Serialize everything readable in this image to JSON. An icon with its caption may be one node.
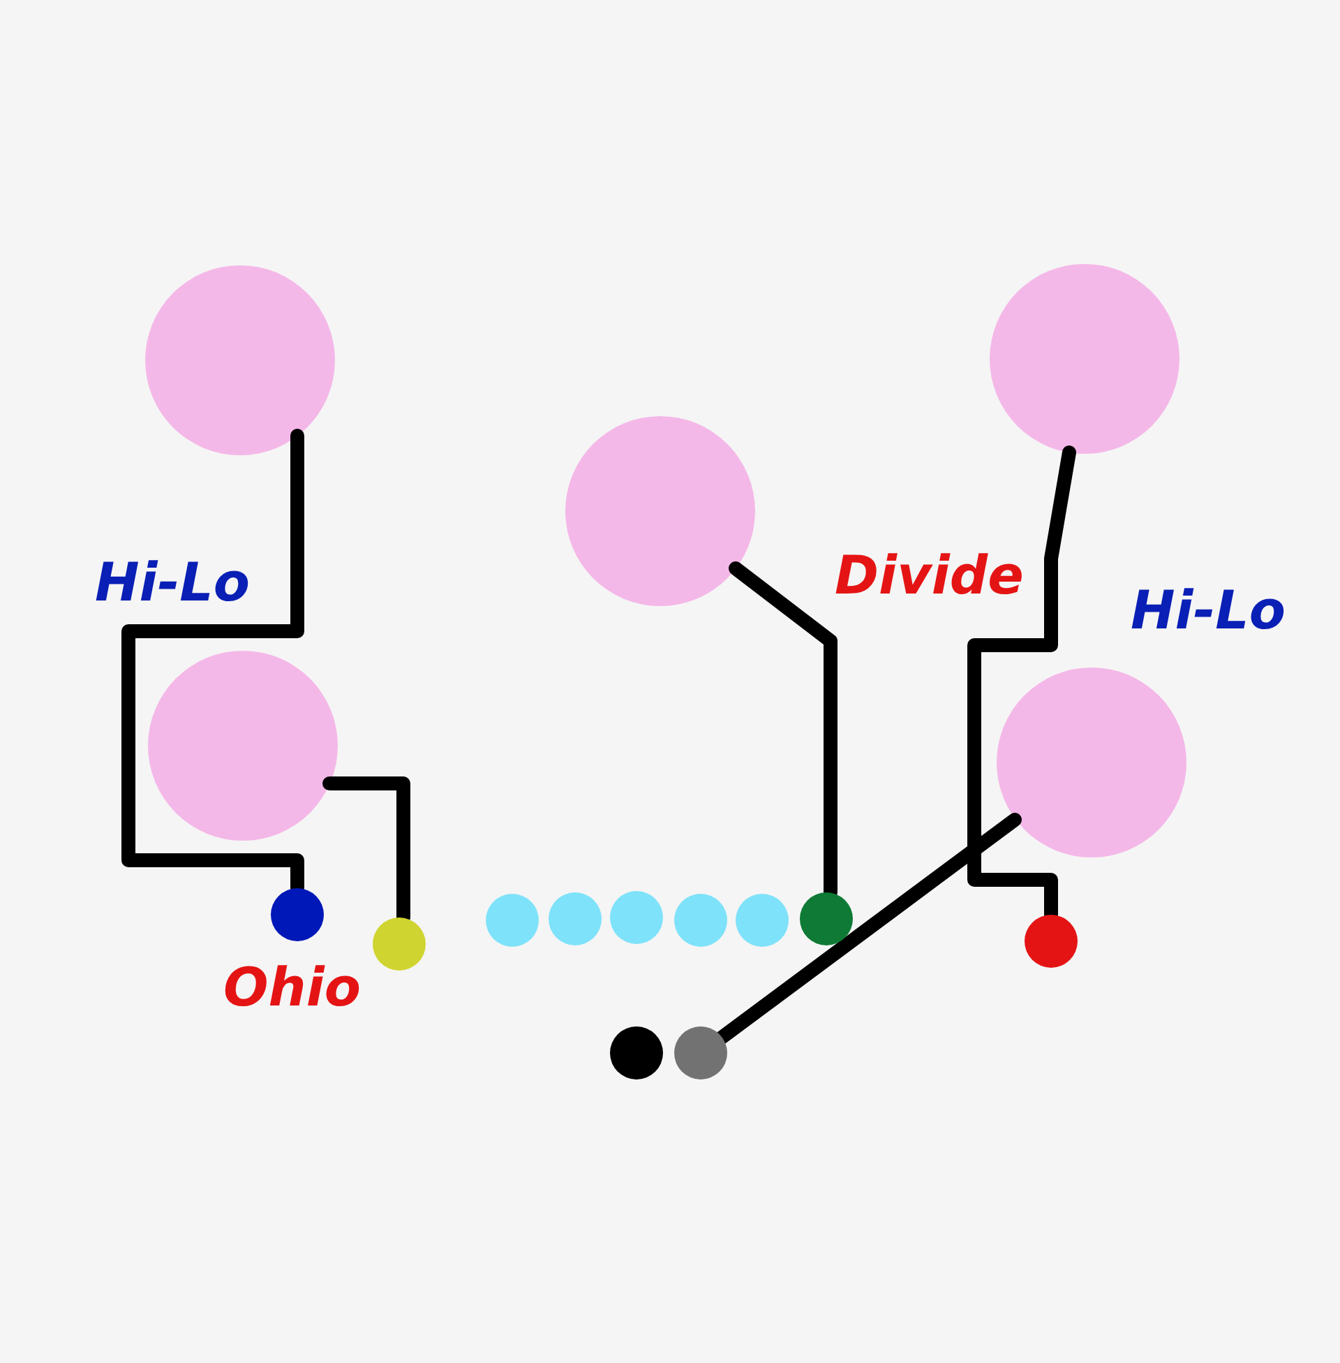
{
  "diagram": {
    "nodes": [
      {
        "text": [],
        "shape": "circle"
      },
      {
        "text": [],
        "shape": "circle"
      },
      {
        "text": [],
        "shape": "circle"
      },
      {
        "text": [],
        "shape": "circle"
      },
      {
        "text": [],
        "shape": "circle"
      },
      {
        "text": [],
        "shape": "circle"
      },
      {
        "text": [],
        "shape": "circle"
      },
      {
        "text": [],
        "shape": "circle"
      },
      {
        "text": [],
        "shape": "circle"
      },
      {
        "text": [],
        "shape": "circle"
      },
      {
        "text": [],
        "shape": "circle"
      },
      {
        "text": [],
        "shape": "circle"
      },
      {
        "text": [],
        "shape": "circle"
      },
      {
        "text": [],
        "shape": "circle"
      },
      {
        "text": [],
        "shape": "circle"
      },
      {
        "text": [],
        "shape": "circle"
      }
    ],
    "edges": [
      {
        "from": 5,
        "to": 0,
        "arrow": "none"
      },
      {
        "from": 6,
        "to": 1,
        "arrow": "none"
      },
      {
        "from": 12,
        "to": 2,
        "arrow": "none"
      },
      {
        "from": 13,
        "to": 3,
        "arrow": "none"
      },
      {
        "from": 15,
        "to": 4,
        "arrow": "none"
      }
    ],
    "labels": [
      "Hi-Lo",
      "Divide",
      "Hi-Lo",
      "Ohio"
    ]
  }
}
